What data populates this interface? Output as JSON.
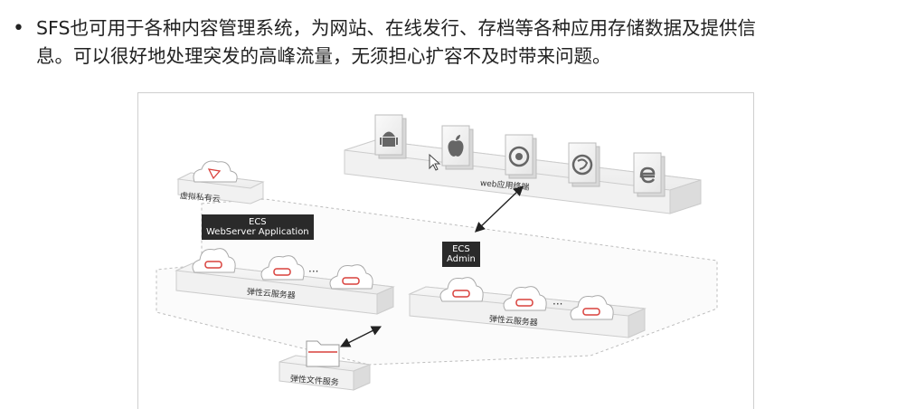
{
  "bullet": {
    "marker": "•",
    "line1": "SFS也可用于各种内容管理系统，为网站、在线发行、存档等各种应用存储数据及提供信",
    "line2": "息。可以很好地处理突发的高峰流量，无须担心扩容不及时带来问题。"
  },
  "diagram": {
    "web_terminal_label": "web应用终端",
    "vpc_label": "虚拟私有云",
    "ecs_web": {
      "line1": "ECS",
      "line2": "WebServer Application"
    },
    "ecs_admin": {
      "line1": "ECS",
      "line2": "Admin"
    },
    "ecs_left_label": "弹性云服务器",
    "ecs_right_label": "弹性云服务器",
    "ellipsis": "···",
    "sfs_label": "弹性文件服务",
    "browser_icons": [
      "android-icon",
      "apple-icon",
      "chrome-icon",
      "firefox-icon",
      "ie-icon"
    ],
    "accent_color": "#d9413c"
  }
}
